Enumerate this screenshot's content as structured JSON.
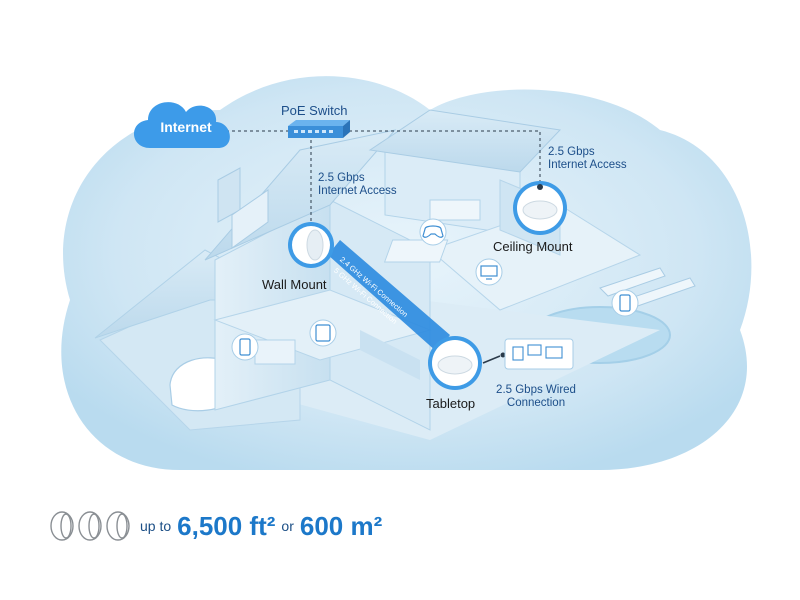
{
  "cloud": {
    "label": "Internet"
  },
  "switch": {
    "label": "PoE Switch"
  },
  "links": {
    "wall_caption_line1": "2.5 Gbps",
    "wall_caption_line2": "Internet Access",
    "ceiling_caption_line1": "2.5 Gbps",
    "ceiling_caption_line2": "Internet Access",
    "wired_caption_line1": "2.5 Gbps Wired",
    "wired_caption_line2": "Connection"
  },
  "wifi": {
    "band1": "2.4 GHz Wi-Fi Connection",
    "band2": "5 GHz Wi-Fi Connection"
  },
  "nodes": {
    "wall": "Wall Mount",
    "ceiling": "Ceiling Mount",
    "tabletop": "Tabletop"
  },
  "coverage": {
    "prefix": "up to",
    "area_imperial": "6,500 ft²",
    "connector": "or",
    "area_metric": "600 m²"
  },
  "icons": [
    "cloud-icon",
    "switch-icon",
    "gamepad-icon",
    "tv-icon",
    "phone-icon",
    "tablet-icon",
    "devices-icon",
    "access-point-icon"
  ]
}
